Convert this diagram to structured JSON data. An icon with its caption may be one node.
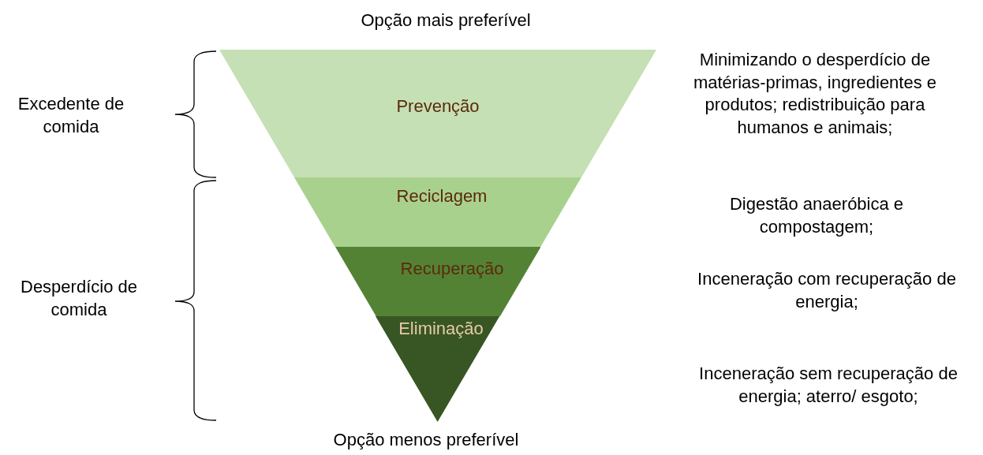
{
  "diagram": {
    "nodes": [
      {
        "text": [
          "Prevenção"
        ]
      },
      {
        "text": [
          "Reciclagem"
        ]
      },
      {
        "text": [
          "Recuperação"
        ]
      },
      {
        "text": [
          "Eliminação"
        ]
      }
    ],
    "labels": [
      "Opção mais preferível",
      "Minimizando o desperdício de matérias-primas, ingredientes e produtos; redistribuição para humanos e animais;",
      "Excedente de comida",
      "Digestão anaeróbica e compostagem;",
      "Inceneração com recuperação de energia;",
      "Desperdício de comida",
      "Inceneração sem recuperação de energia; aterro/ esgoto;",
      "Opção menos preferível"
    ]
  }
}
